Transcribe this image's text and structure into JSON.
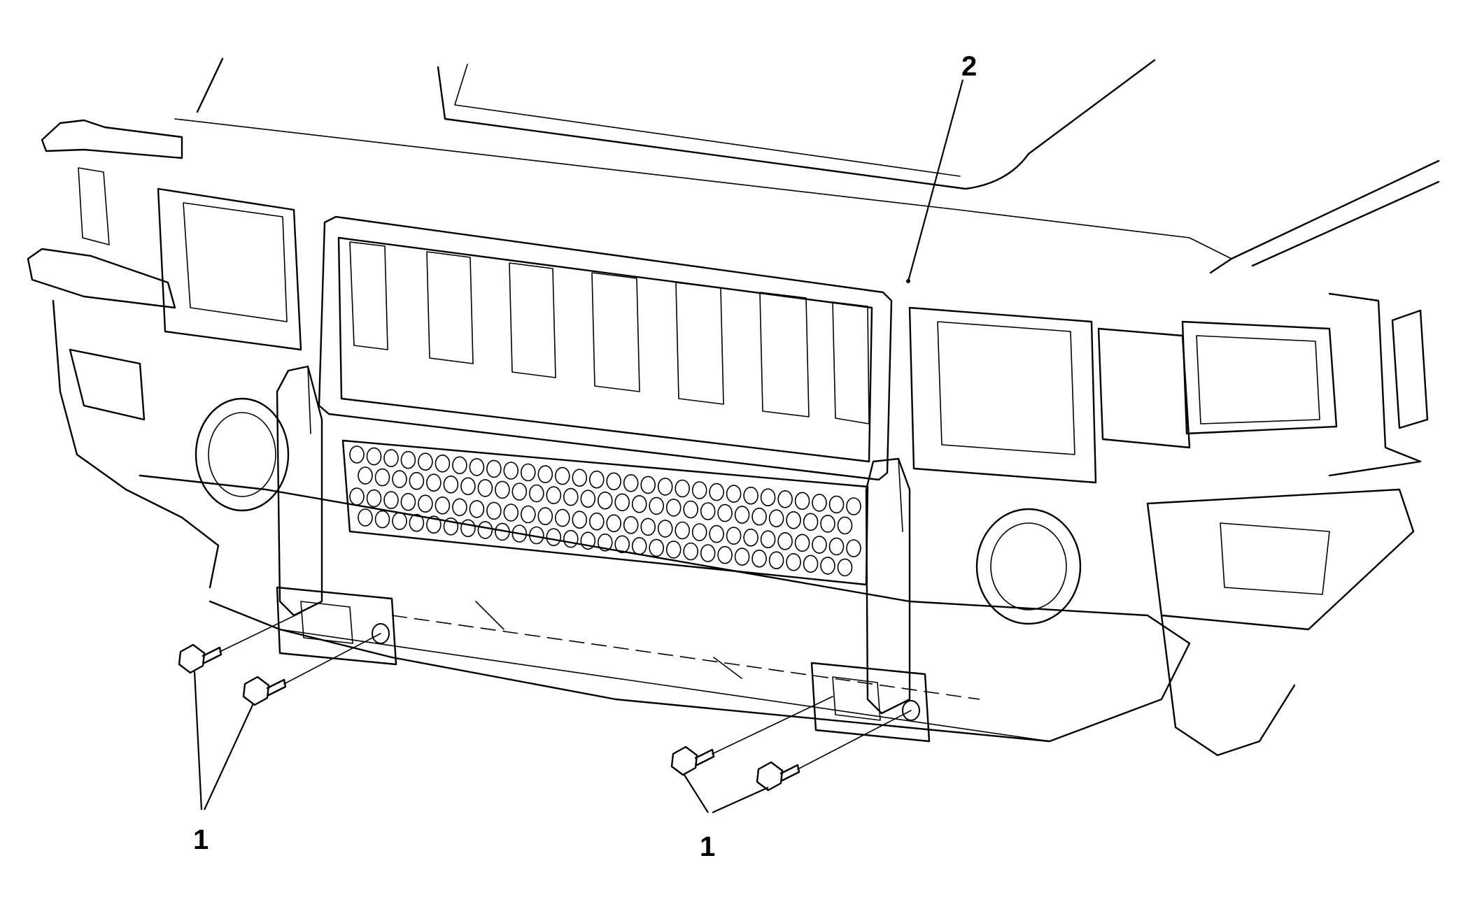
{
  "figure": {
    "callouts": [
      {
        "id": "fastener-group-left",
        "label": "1"
      },
      {
        "id": "fastener-group-right",
        "label": "1"
      },
      {
        "id": "brush-guard",
        "label": "2"
      }
    ]
  }
}
